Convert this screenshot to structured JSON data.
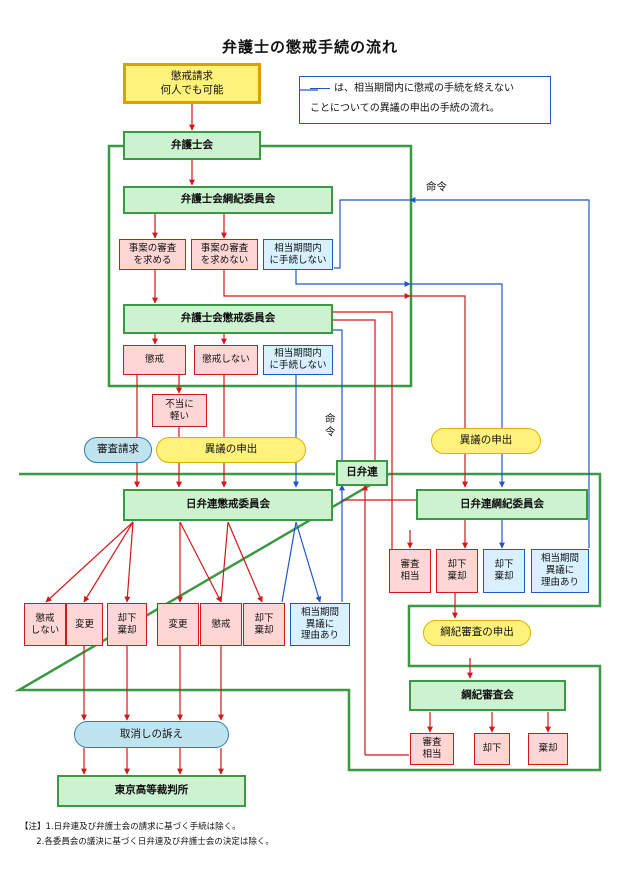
{
  "title": "弁護士の懲戒手続の流れ",
  "legend": {
    "line1": "は、相当期間内に懲戒の手続を終えない",
    "line2": "ことについての異議の申出の手続の流れ。"
  },
  "nodes": {
    "request": "懲戒請求\n何人でも可能",
    "bar_assoc": "弁護士会",
    "discipline_cmte": "弁護士会綱紀委員会",
    "d_review": "事案の審査\nを求める",
    "d_noreview": "事案の審査\nを求めない",
    "d_delay": "相当期間内\nに手続しない",
    "ethics_cmte": "弁護士会懲戒委員会",
    "e_discipline": "懲戒",
    "e_nodiscipline": "懲戒しない",
    "e_delay": "相当期間内\nに手続しない",
    "too_light": "不当に\n軽い",
    "jfba_ethics": "日弁連懲戒委員会",
    "jfba": "日弁連",
    "jfba_discipline": "日弁連綱紀委員会",
    "j_refer": "審査\n相当",
    "j_dismiss": "却下\n棄却",
    "j_dismiss2": "却下\n棄却",
    "j_delay": "相当期間\n異議に\n理由あり",
    "jfba_review": "綱紀審査会",
    "r_refer": "審査\n相当",
    "r_reject": "却下",
    "r_dismiss": "棄却",
    "o_nodiscipline": "懲戒\nしない",
    "o_change1": "変更",
    "o_dismiss1": "却下\n棄却",
    "o_change2": "変更",
    "o_discipline": "懲戒",
    "o_dismiss2": "却下\n棄却",
    "o_delay": "相当期間\n異議に\n理由あり",
    "court": "東京高等裁判所"
  },
  "pills": {
    "review_request": "審査請求",
    "objection1": "異議の申出",
    "objection2": "異議の申出",
    "ethics_review_request": "綱紀審査の申出",
    "revocation_suit": "取消しの訴え"
  },
  "labels": {
    "order1": "命令",
    "order2": "命令"
  },
  "notes": [
    "【注】1.日弁連及び弁護士会の請求に基づく手続は除く。",
    "      2.各委員会の議決に基づく日弁連及び弁護士会の決定は除く。"
  ],
  "colors": {
    "green": "#3a9a44",
    "red": "#d21818",
    "blue": "#2157c4",
    "yellow": "#fff27a"
  }
}
